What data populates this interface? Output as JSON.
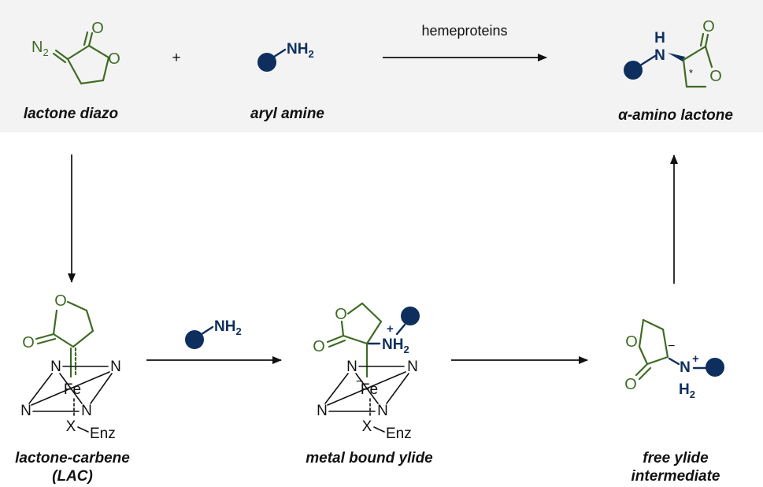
{
  "labels": {
    "diazo": "lactone diazo",
    "amine": "aryl amine",
    "product": "α-amino lactone",
    "lac_line1": "lactone-carbene",
    "lac_line2": "(LAC)",
    "metal_ylide": "metal bound ylide",
    "free_line1": "free ylide",
    "free_line2": "intermediate"
  },
  "conditions": {
    "top_arrow": "hemeproteins"
  },
  "plus_sign": "+",
  "atoms": {
    "O": "O",
    "N": "N",
    "H": "H",
    "N2_N": "N",
    "N2_sub": "2",
    "NH2_NH": "NH",
    "NH2_sub": "2",
    "H2_H": "H",
    "H2_sub": "2",
    "Fe": "Fe",
    "X": "X",
    "Enz": "Enz",
    "plus": "+",
    "minus": "−",
    "stereo": "*"
  },
  "colors": {
    "lactone": "#3f6b24",
    "amine": "#0e2f5e",
    "band": "#f3f3f3",
    "arrow": "#111111"
  }
}
